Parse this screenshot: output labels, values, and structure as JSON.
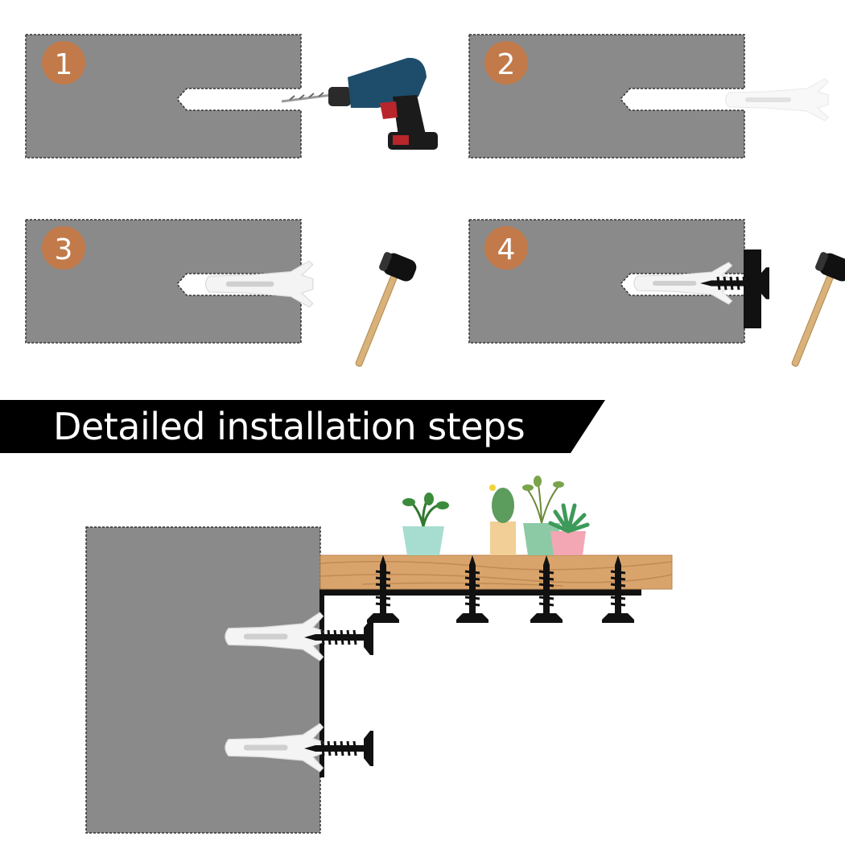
{
  "title": "Detailed installation steps",
  "steps": [
    {
      "number": "1",
      "tool": "drill-icon"
    },
    {
      "number": "2",
      "tool": "wall-anchor-icon"
    },
    {
      "number": "3",
      "tool": "hammer-icon"
    },
    {
      "number": "4",
      "tool": "hammer-icon"
    }
  ],
  "colors": {
    "wall": "#8a8a8a",
    "badge": "#c27a4a",
    "banner": "#000000",
    "wood": "#d9a46b",
    "bracket": "#1a1a1a"
  }
}
